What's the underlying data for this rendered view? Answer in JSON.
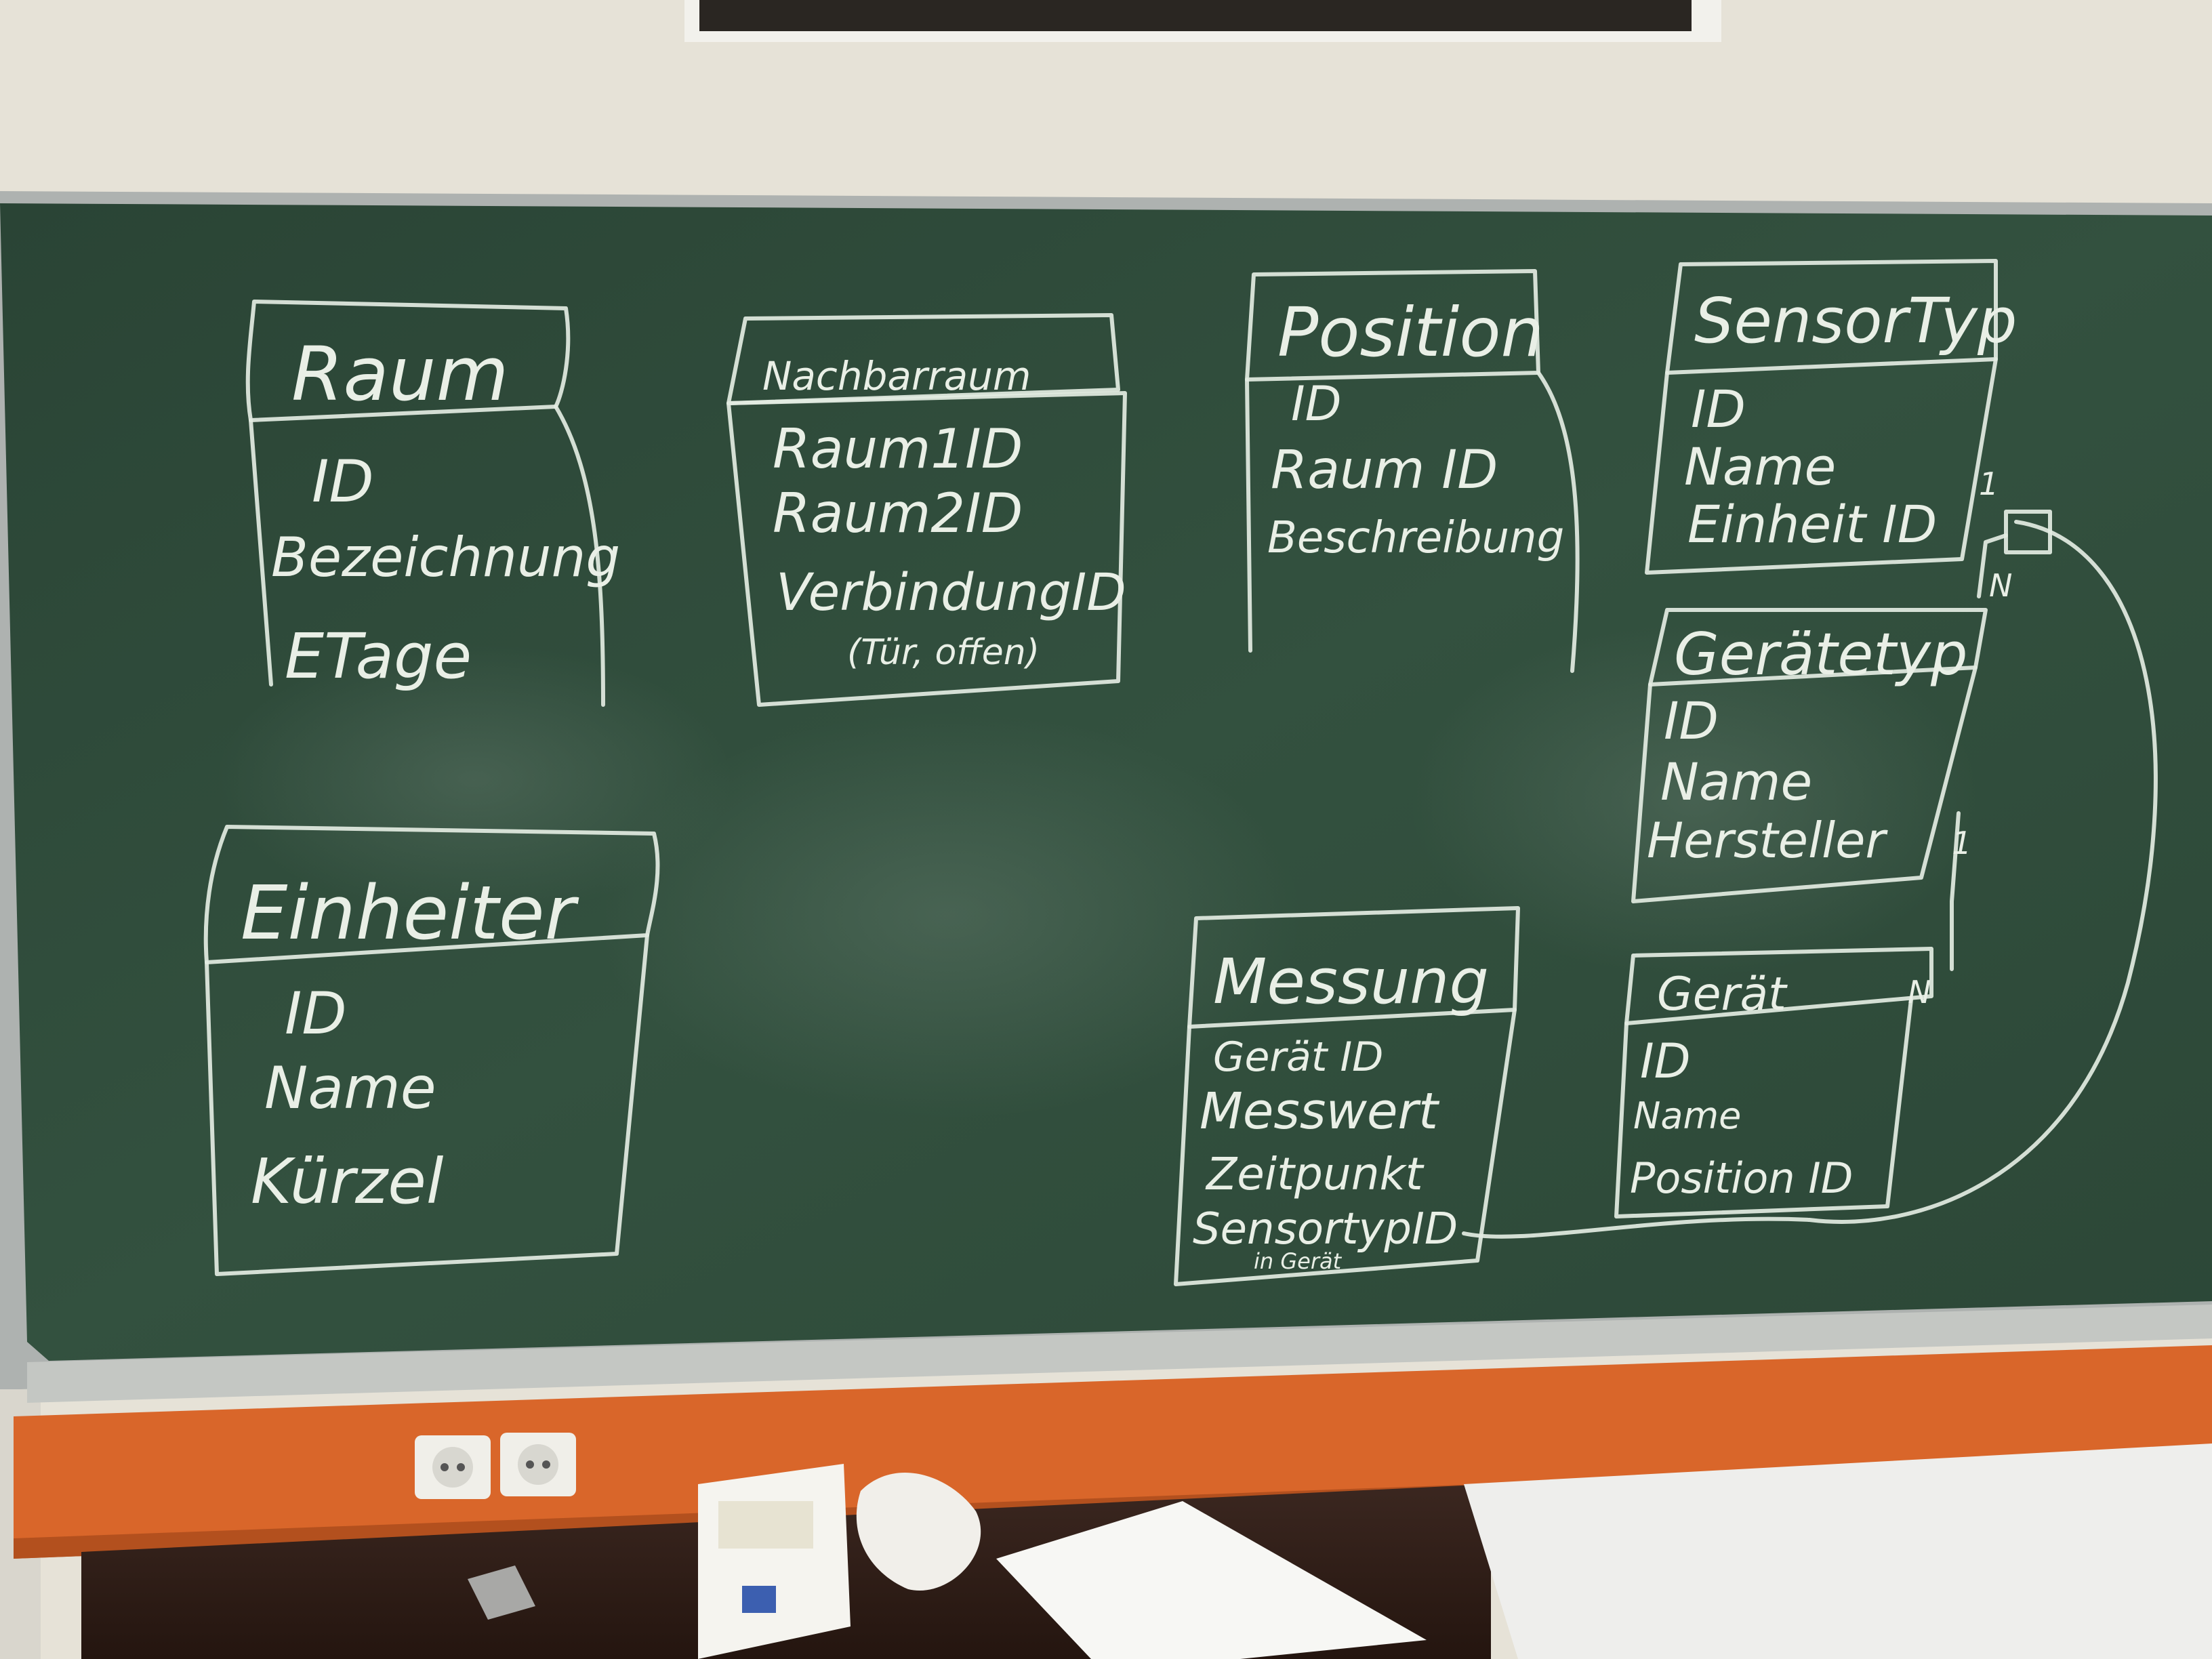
{
  "board": {
    "entities": [
      {
        "title": "Raum",
        "attributes": [
          "ID",
          "Bezeichnung",
          "ETage"
        ]
      },
      {
        "title": "Nachbarraum",
        "attributes": [
          "Raum1ID",
          "Raum2ID",
          "VerbindungID",
          "(Tür, offen)"
        ]
      },
      {
        "title": "Position",
        "attributes": [
          "ID",
          "Raum ID",
          "Beschreibung"
        ]
      },
      {
        "title": "SensorTyp",
        "attributes": [
          "ID",
          "Name",
          "Einheit ID"
        ]
      },
      {
        "title": "Gerätetyp",
        "attributes": [
          "ID",
          "Name",
          "Hersteller"
        ]
      },
      {
        "title": "Einheiter",
        "attributes": [
          "ID",
          "Name",
          "Kürzel"
        ]
      },
      {
        "title": "Messung",
        "attributes": [
          "Gerät ID",
          "Messwert",
          "Zeitpunkt",
          "SensortypID"
        ],
        "note": "in Gerät"
      },
      {
        "title": "Gerät",
        "attributes": [
          "ID",
          "Name",
          "Position ID"
        ]
      }
    ],
    "cardinalities": {
      "sensortyp_top": "1",
      "sensortyp_bottom": "N",
      "geraetetyp": "1",
      "geraet": "N"
    }
  },
  "colors": {
    "chalkboard": "#2e4a39",
    "chalk": "#e9efe6",
    "wall": "#e6e2d7",
    "orange_rail": "#d9662a",
    "frame": "#bfc3c1"
  }
}
